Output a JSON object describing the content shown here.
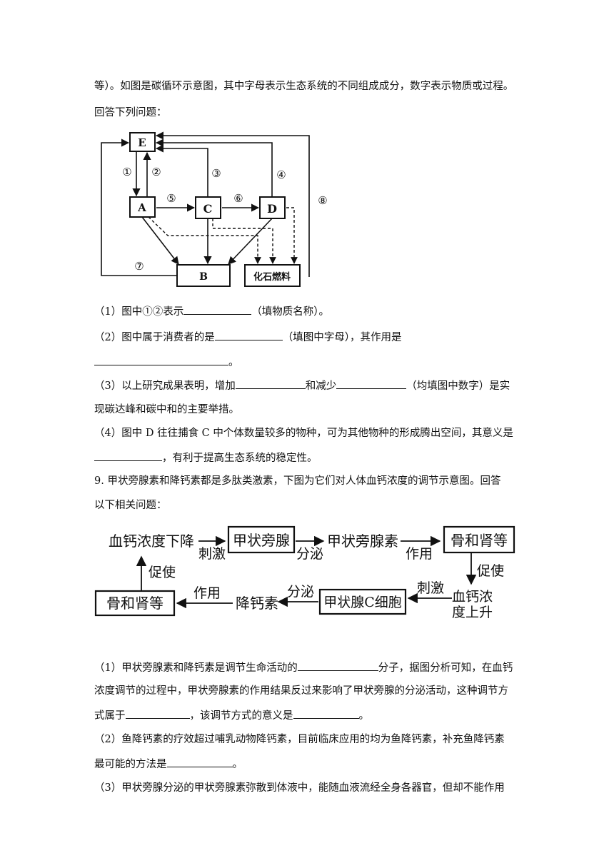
{
  "intro": {
    "line1": "等）。如图是碳循环示意图，其中字母表示生态系统的不同组成成分，数字表示物质或过程。",
    "line2": "回答下列问题："
  },
  "diagram1": {
    "nodes": {
      "E": "E",
      "A": "A",
      "C": "C",
      "D": "D",
      "B": "B",
      "fossil": "化石燃料"
    },
    "arrows": {
      "n1": "①",
      "n2": "②",
      "n3": "③",
      "n4": "④",
      "n5": "⑤",
      "n6": "⑥",
      "n7": "⑦",
      "n8": "⑧"
    }
  },
  "q8": {
    "p1_a": "（1）图中①②表示",
    "p1_b": "（填物质名称）。",
    "p2_a": "（2）图中属于消费者的是",
    "p2_b": "（填图中字母），其作用是",
    "p2_end": "。",
    "p3_a": "（3）以上研究成果表明，增加",
    "p3_b": "和减少",
    "p3_c": "（均填图中数字）是实",
    "p3_line2": "现碳达峰和碳中和的主要举措。",
    "p4_line1": "（4）图中 D 往往捕食 C 中个体数量较多的物种，可为其他物种的形成腾出空间，其意义是",
    "p4_b": "，有利于提高生态系统的稳定性。"
  },
  "q9": {
    "line1": "9. 甲状旁腺素和降钙素都是多肽类激素，下图为它们对人体血钙浓度的调节示意图。回答",
    "line2": "以下相关问题："
  },
  "diagram2": {
    "drop": "血钙浓度下降",
    "stim1": "刺激",
    "parathyroid": "甲状旁腺",
    "secrete1": "分泌",
    "pth": "甲状旁腺素",
    "act1": "作用",
    "bone1": "骨和肾等",
    "promote1": "促使",
    "rise1": "血钙浓",
    "rise2": "度上升",
    "stim2": "刺激",
    "ccell": "甲状腺C细胞",
    "secrete2": "分泌",
    "calcitonin": "降钙素",
    "act2": "作用",
    "bone2": "骨和肾等",
    "promote2": "促使"
  },
  "q9_parts": {
    "p1_a": "（1）甲状旁腺素和降钙素是调节生命活动的",
    "p1_b": "分子，据图分析可知，在血钙",
    "p1_line2": "浓度调节的过程中，甲状旁腺素的作用结果反过来影响了甲状旁腺的分泌活动，这种调节方",
    "p1_c": "式属于",
    "p1_d": "，该调节方式的意义是",
    "p1_end": "。",
    "p2_line1": "（2）鱼降钙素的疗效超过哺乳动物降钙素，目前临床应用的均为鱼降钙素，补充鱼降钙素",
    "p2_a": "最可能的方法是",
    "p2_end": "。",
    "p3_line1": "（3）甲状旁腺分泌的甲状旁腺素弥散到体液中，能随血液流经全身各器官，但却不能作用"
  }
}
